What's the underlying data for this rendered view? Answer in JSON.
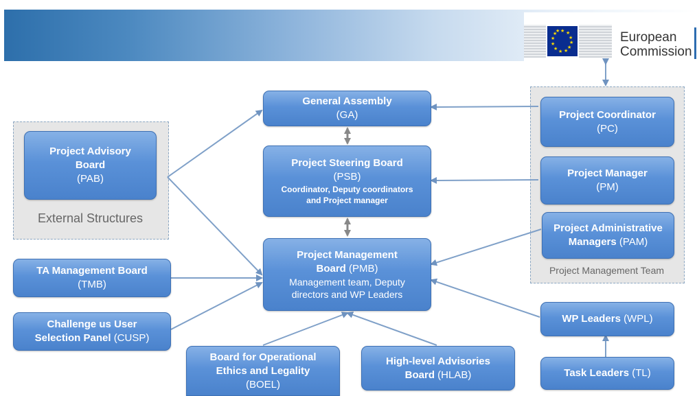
{
  "logo": {
    "line1": "European",
    "line2": "Commission"
  },
  "groups": {
    "external": "External Structures",
    "pmt": "Project Management Team"
  },
  "nodes": {
    "ga": {
      "title": "General Assembly",
      "abbr": "(GA)"
    },
    "psb": {
      "title": "Project Steering Board",
      "abbr": "(PSB)",
      "desc1": "Coordinator, Deputy coordinators",
      "desc2": "and Project manager"
    },
    "pmb": {
      "title1": "Project Management",
      "title2": "Board",
      "abbr": "(PMB)",
      "desc1": "Management team, Deputy",
      "desc2": "directors and WP Leaders"
    },
    "pab": {
      "line1": "Project Advisory",
      "line2": "Board",
      "abbr": "(PAB)"
    },
    "pc": {
      "title": "Project Coordinator",
      "abbr": "(PC)"
    },
    "pm": {
      "title": "Project Manager",
      "abbr": "(PM)"
    },
    "pam": {
      "line1": "Project Administrative",
      "line2": "Managers",
      "abbr": "(PAM)"
    },
    "tmb": {
      "title": "TA Management Board",
      "abbr": "(TMB)"
    },
    "cusp": {
      "line1": "Challenge us User",
      "line2": "Selection Panel",
      "abbr": "(CUSP)"
    },
    "boel": {
      "line1": "Board for Operational",
      "line2": "Ethics and Legality",
      "abbr": "(BOEL)"
    },
    "hlab": {
      "line1": "High-level Advisories",
      "line2": "Board",
      "abbr": "(HLAB)"
    },
    "wpl": {
      "title": "WP Leaders",
      "abbr": "(WPL)"
    },
    "tl": {
      "title": "Task Leaders",
      "abbr": "(TL)"
    }
  }
}
